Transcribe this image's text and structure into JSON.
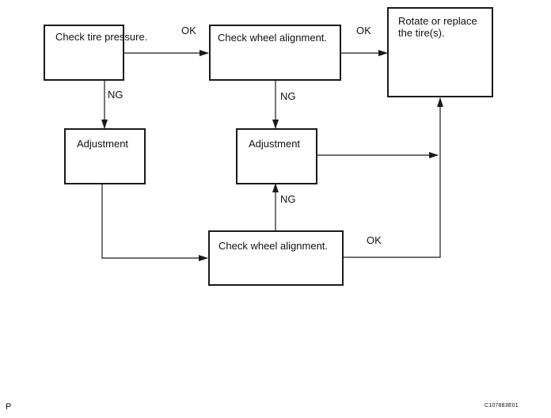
{
  "nodes": {
    "check_tire_pressure": "Check tire pressure.",
    "check_alignment_top": "Check wheel alignment.",
    "rotate_replace": [
      "Rotate or replace",
      "the tire(s)."
    ],
    "adjustment_left": "Adjustment",
    "adjustment_center": "Adjustment",
    "check_alignment_bottom": "Check wheel alignment."
  },
  "edges": {
    "ok_1": "OK",
    "ok_2": "OK",
    "ok_3": "OK",
    "ng_1": "NG",
    "ng_2": "NG",
    "ng_3": "NG"
  },
  "footer": {
    "page_letter": "P",
    "figure_code": "C107883E01"
  },
  "colors": {
    "stroke": "#1a1a1a",
    "background": "#ffffff"
  }
}
